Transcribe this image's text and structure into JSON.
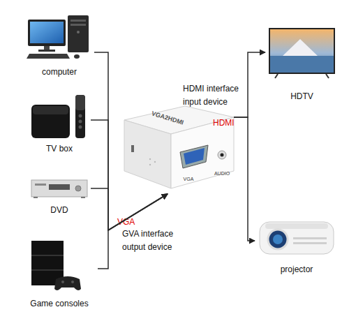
{
  "diagram": {
    "nodes": [
      {
        "text": [
          "computer"
        ]
      },
      {
        "text": [
          "TV box"
        ]
      },
      {
        "text": [
          "DVD"
        ]
      },
      {
        "text": [
          "Game consoles"
        ]
      },
      {
        "text": [
          "VGA2HDMI",
          "VGA",
          "AUDIO"
        ]
      },
      {
        "text": [
          "HDTV"
        ]
      },
      {
        "text": [
          "projector"
        ]
      }
    ],
    "edges": [
      {
        "from": 0,
        "to": 4,
        "arrow": "to"
      },
      {
        "from": 1,
        "to": 4,
        "arrow": "to"
      },
      {
        "from": 2,
        "to": 4,
        "arrow": "to"
      },
      {
        "from": 3,
        "to": 4,
        "arrow": "to"
      },
      {
        "from": 4,
        "to": 5,
        "arrow": "to"
      },
      {
        "from": 4,
        "to": 6,
        "arrow": "to"
      }
    ],
    "labels": [
      "HDMI interface input device",
      "HDMI",
      "VGA",
      "GVA interface output device"
    ]
  }
}
